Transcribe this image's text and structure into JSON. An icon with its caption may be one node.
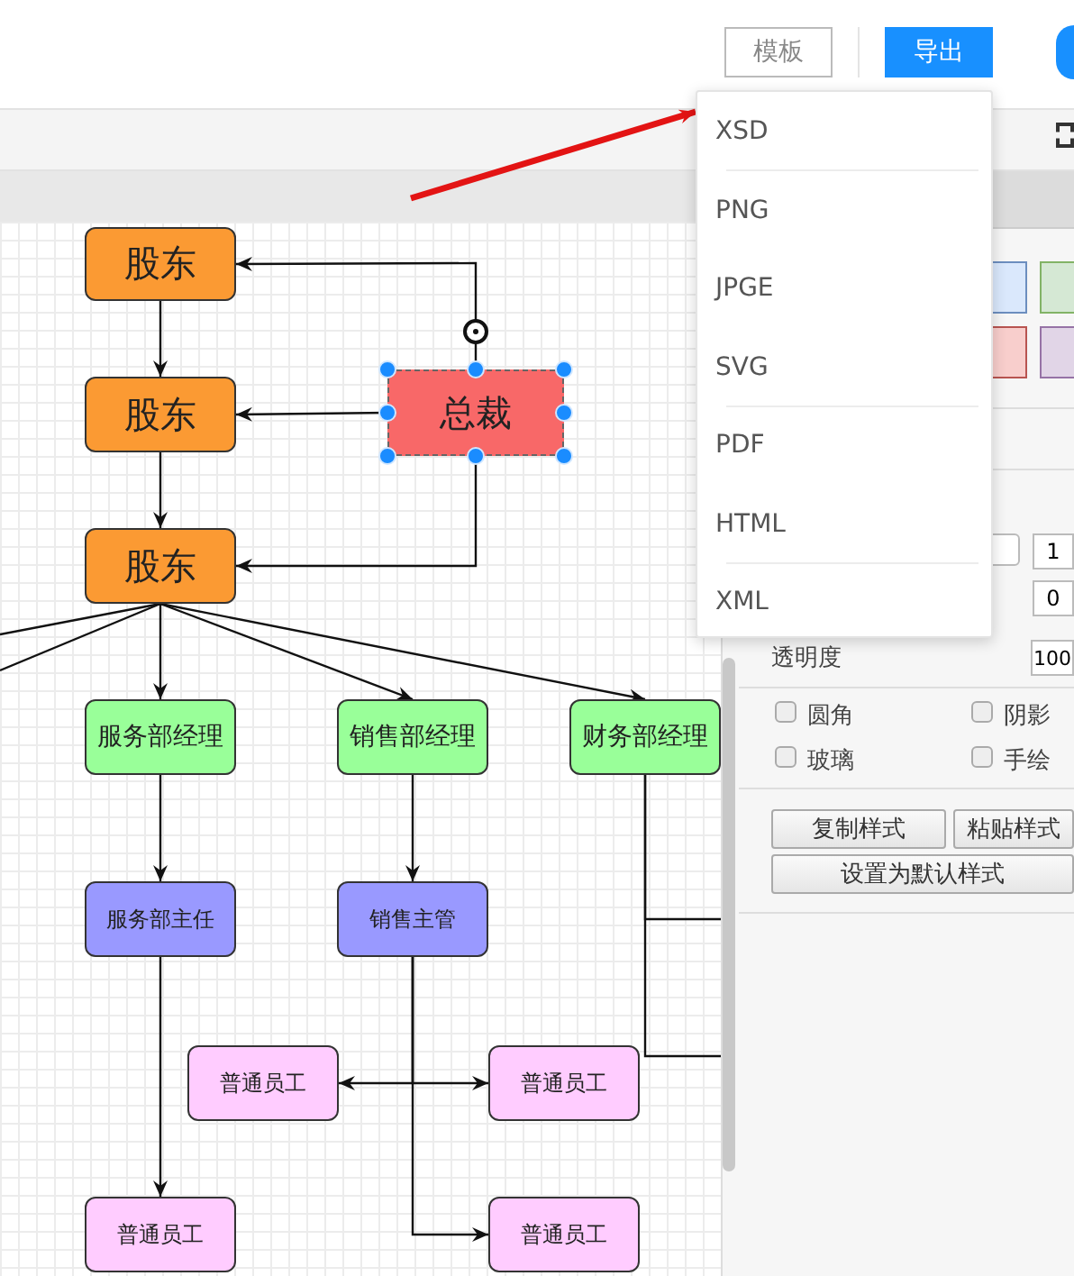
{
  "diagram": {
    "nodes": [
      {
        "text": [
          "股东"
        ]
      },
      {
        "text": [
          "股东"
        ]
      },
      {
        "text": [
          "股东"
        ]
      },
      {
        "text": [
          "总裁"
        ]
      },
      {
        "text": [
          "服务部经理"
        ]
      },
      {
        "text": [
          "销售部经理"
        ]
      },
      {
        "text": [
          "财务部经理"
        ]
      },
      {
        "text": [
          "服务部主任"
        ]
      },
      {
        "text": [
          "销售主管"
        ]
      },
      {
        "text": [
          "普通员工"
        ]
      },
      {
        "text": [
          "普通员工"
        ]
      },
      {
        "text": [
          "普通员工"
        ]
      },
      {
        "text": [
          "普通员工"
        ]
      },
      {
        "text": [
          "XSD",
          "PNG",
          "JPGE",
          "SVG",
          "PDF",
          "HTML",
          "XML"
        ]
      }
    ],
    "edges": [
      {
        "from": 0,
        "to": 1,
        "arrow": "to"
      },
      {
        "from": 1,
        "to": 2,
        "arrow": "to"
      },
      {
        "from": 3,
        "to": 0,
        "arrow": "to"
      },
      {
        "from": 3,
        "to": 1,
        "arrow": "to"
      },
      {
        "from": 3,
        "to": 2,
        "arrow": "to"
      },
      {
        "from": 2,
        "to": 4,
        "arrow": "to"
      },
      {
        "from": 2,
        "to": 5,
        "arrow": "to"
      },
      {
        "from": 2,
        "to": 6,
        "arrow": "to"
      },
      {
        "from": 2,
        "to": null,
        "arrow": "none"
      },
      {
        "from": 2,
        "to": null,
        "arrow": "none"
      },
      {
        "from": 4,
        "to": 7,
        "arrow": "to"
      },
      {
        "from": 5,
        "to": 8,
        "arrow": "to"
      },
      {
        "from": 6,
        "to": null,
        "arrow": "none"
      },
      {
        "from": 6,
        "to": null,
        "arrow": "none"
      },
      {
        "from": 7,
        "to": 11,
        "arrow": "to"
      },
      {
        "from": 8,
        "to": 9,
        "arrow": "to"
      },
      {
        "from": 8,
        "to": 10,
        "arrow": "to"
      },
      {
        "from": 8,
        "to": 12,
        "arrow": "to"
      },
      {
        "from": null,
        "to": 13,
        "arrow": "to",
        "style": "thick",
        "color": "#e31414"
      }
    ],
    "labels": [
      "模板",
      "导出",
      "透明度",
      "1",
      "0",
      "100",
      "圆角",
      "阴影",
      "玻璃",
      "手绘",
      "复制样式",
      "粘贴样式",
      "设置为默认样式"
    ]
  }
}
